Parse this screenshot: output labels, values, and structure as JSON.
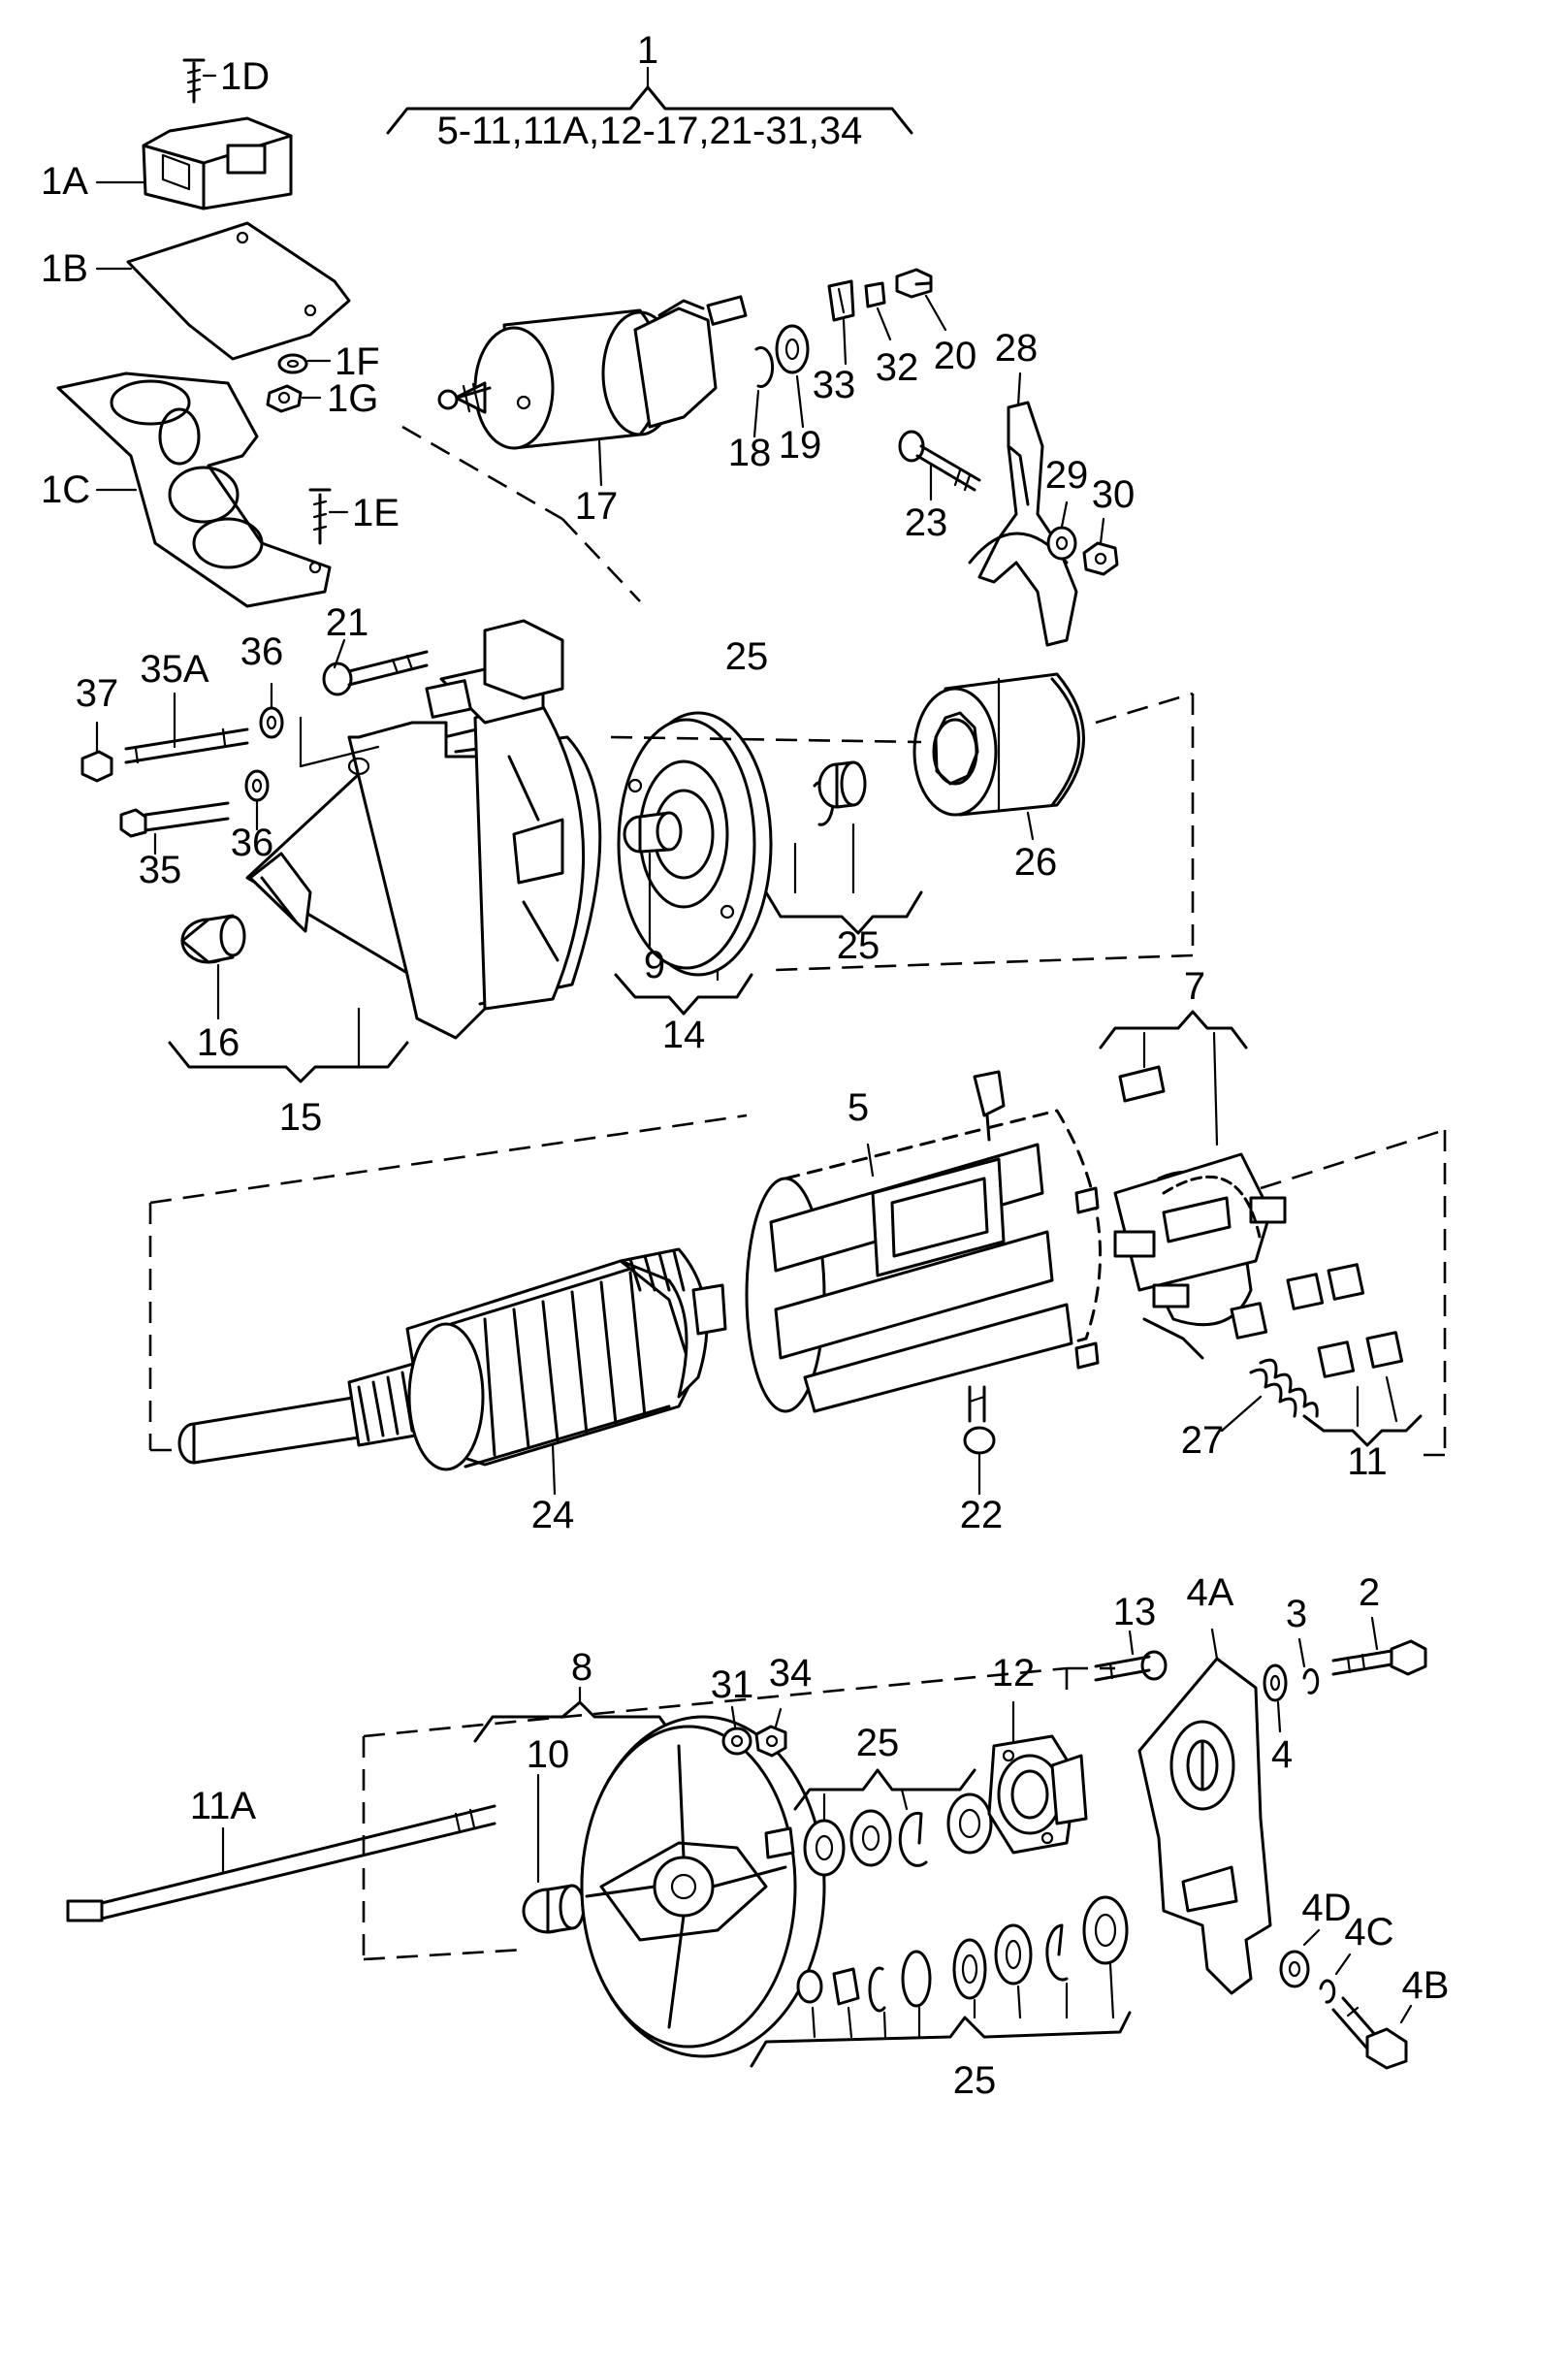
{
  "diagram": {
    "labels": {
      "l1": "1",
      "l1_range": "5-11,11A,12-17,21-31,34",
      "l1A": "1A",
      "l1B": "1B",
      "l1C": "1C",
      "l1D": "1D",
      "l1E": "1E",
      "l1F": "1F",
      "l1G": "1G",
      "l2": "2",
      "l3": "3",
      "l4": "4",
      "l4A": "4A",
      "l4B": "4B",
      "l4C": "4C",
      "l4D": "4D",
      "l5": "5",
      "l7": "7",
      "l8": "8",
      "l9": "9",
      "l10": "10",
      "l11": "11",
      "l11A": "11A",
      "l12": "12",
      "l13": "13",
      "l14": "14",
      "l15": "15",
      "l16": "16",
      "l17": "17",
      "l18": "18",
      "l19": "19",
      "l20": "20",
      "l21": "21",
      "l22": "22",
      "l23": "23",
      "l24": "24",
      "l25a": "25",
      "l25b": "25",
      "l25c": "25",
      "l25d": "25",
      "l26": "26",
      "l27": "27",
      "l28": "28",
      "l29": "29",
      "l30": "30",
      "l31": "31",
      "l32": "32",
      "l33": "33",
      "l34": "34",
      "l35": "35",
      "l35A": "35A",
      "l36a": "36",
      "l36b": "36",
      "l37": "37"
    }
  }
}
